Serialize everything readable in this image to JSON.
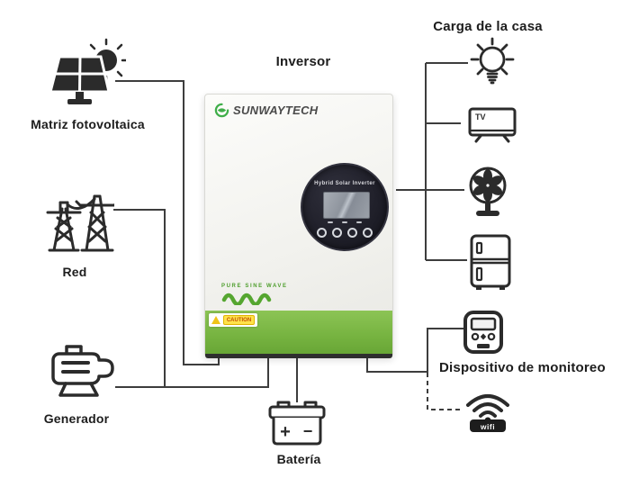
{
  "labels": {
    "solar": "Matriz fotovoltaica",
    "grid": "Red",
    "generator": "Generador",
    "inverter": "Inversor",
    "battery": "Batería",
    "house_load": "Carga de la casa",
    "monitoring": "Dispositivo de monitoreo"
  },
  "inverter": {
    "brand": "SUNWAYTECH",
    "display_title": "Hybrid Solar Inverter",
    "feature_text": "PURE SINE WAVE",
    "caution": "CAUTION"
  },
  "icons": {
    "tv": "TV",
    "wifi": "wifi",
    "battery_plus": "+",
    "battery_minus": "−",
    "names": [
      "solar-panel-icon",
      "power-tower-icon",
      "generator-icon",
      "battery-icon",
      "lightbulb-icon",
      "tv-icon",
      "fan-icon",
      "fridge-icon",
      "monitor-device-icon",
      "wifi-icon",
      "sunwaytech-logo-icon",
      "caution-icon",
      "sine-wave-icon"
    ]
  },
  "colors": {
    "wire": "#3d3d3d",
    "icon": "#2b2b2b",
    "inverter_green": "#76b340",
    "logo_green": "#3fae49",
    "display_dark": "#20202a",
    "caution_yellow": "#ffe24a",
    "caution_text": "#c05000",
    "wave_green": "#55a630"
  }
}
